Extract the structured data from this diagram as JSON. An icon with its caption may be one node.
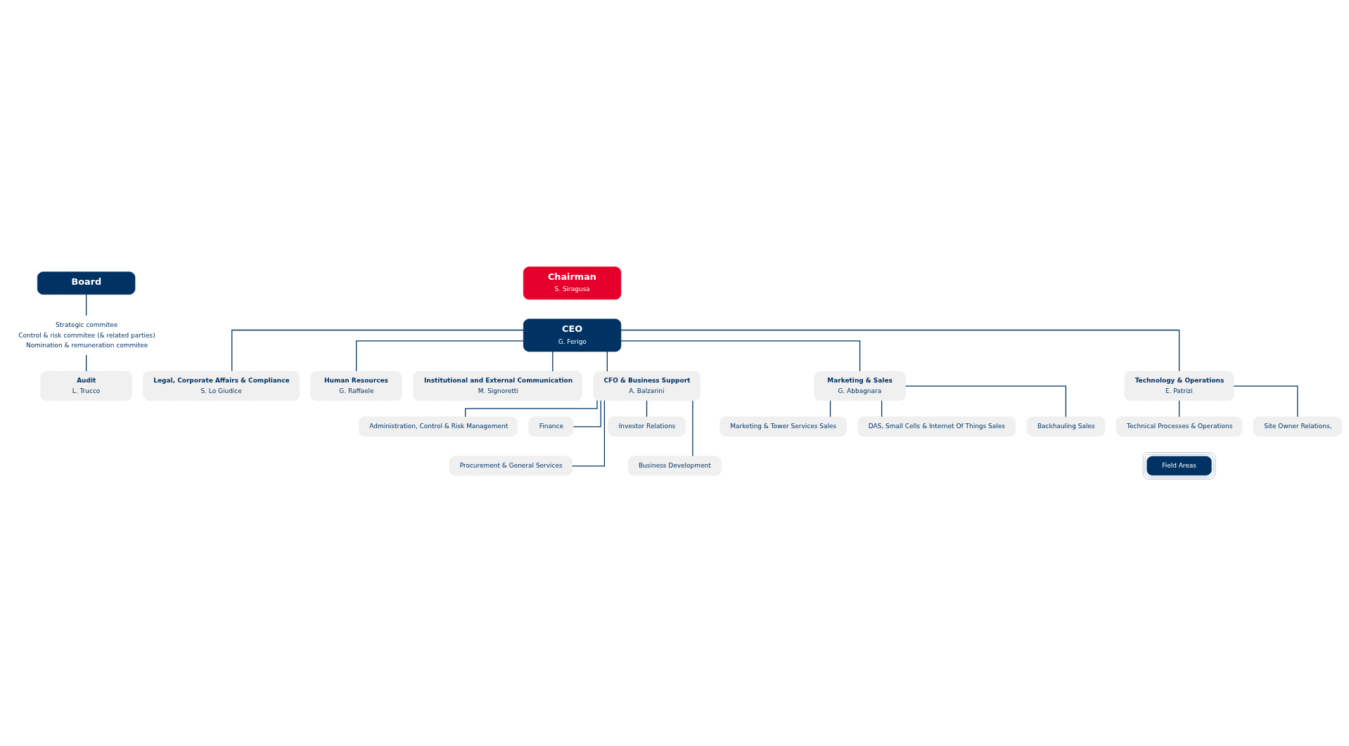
{
  "diagram": {
    "nodes": [
      {
        "text": [
          "Board"
        ]
      },
      {
        "text": [
          "Strategic commitee",
          "Control & risk commitee (& related parties)",
          "Nomination & remuneration commitee"
        ]
      },
      {
        "text": [
          "Audit",
          "L. Trucco"
        ]
      },
      {
        "text": [
          "Chairman",
          "S. Siragusa"
        ]
      },
      {
        "text": [
          "CEO",
          "G. Ferigo"
        ]
      },
      {
        "text": [
          "Legal, Corporate Affairs & Compliance",
          "S. Lo Giudice"
        ]
      },
      {
        "text": [
          "Human Resources",
          "G. Raffaele"
        ]
      },
      {
        "text": [
          "Institutional and External Communication",
          "M. Signoretti"
        ]
      },
      {
        "text": [
          "CFO & Business Support",
          "A. Balzarini"
        ]
      },
      {
        "text": [
          "Marketing & Sales",
          "G. Abbagnara"
        ]
      },
      {
        "text": [
          "Technology & Operations",
          "E. Patrizi"
        ]
      },
      {
        "text": [
          "Administration, Control & Risk Management"
        ]
      },
      {
        "text": [
          "Finance"
        ]
      },
      {
        "text": [
          "Investor Relations"
        ]
      },
      {
        "text": [
          "Procurement & General Services"
        ]
      },
      {
        "text": [
          "Business Development"
        ]
      },
      {
        "text": [
          "Marketing & Tower Services Sales"
        ]
      },
      {
        "text": [
          "DAS, Small Cells & Internet Of Things Sales"
        ]
      },
      {
        "text": [
          "Backhauling Sales"
        ]
      },
      {
        "text": [
          "Technical Processes & Operations"
        ]
      },
      {
        "text": [
          "Site Owner Relations,"
        ]
      },
      {
        "text": [
          "Field Areas"
        ]
      }
    ],
    "edges": [
      {
        "from": 0,
        "to": 1,
        "arrow": "none"
      },
      {
        "from": 1,
        "to": 2,
        "arrow": "none"
      },
      {
        "from": 4,
        "to": 5,
        "arrow": "none"
      },
      {
        "from": 4,
        "to": 6,
        "arrow": "none"
      },
      {
        "from": 4,
        "to": 7,
        "arrow": "none"
      },
      {
        "from": 4,
        "to": 8,
        "arrow": "none"
      },
      {
        "from": 4,
        "to": 9,
        "arrow": "none"
      },
      {
        "from": 4,
        "to": 10,
        "arrow": "none"
      },
      {
        "from": 8,
        "to": 11,
        "arrow": "none"
      },
      {
        "from": 8,
        "to": 12,
        "arrow": "none"
      },
      {
        "from": 8,
        "to": 13,
        "arrow": "none"
      },
      {
        "from": 8,
        "to": 14,
        "arrow": "none"
      },
      {
        "from": 8,
        "to": 15,
        "arrow": "none"
      },
      {
        "from": 9,
        "to": 16,
        "arrow": "none"
      },
      {
        "from": 9,
        "to": 17,
        "arrow": "none"
      },
      {
        "from": 9,
        "to": 18,
        "arrow": "none"
      },
      {
        "from": 10,
        "to": 19,
        "arrow": "none"
      },
      {
        "from": 10,
        "to": 20,
        "arrow": "none"
      }
    ]
  }
}
